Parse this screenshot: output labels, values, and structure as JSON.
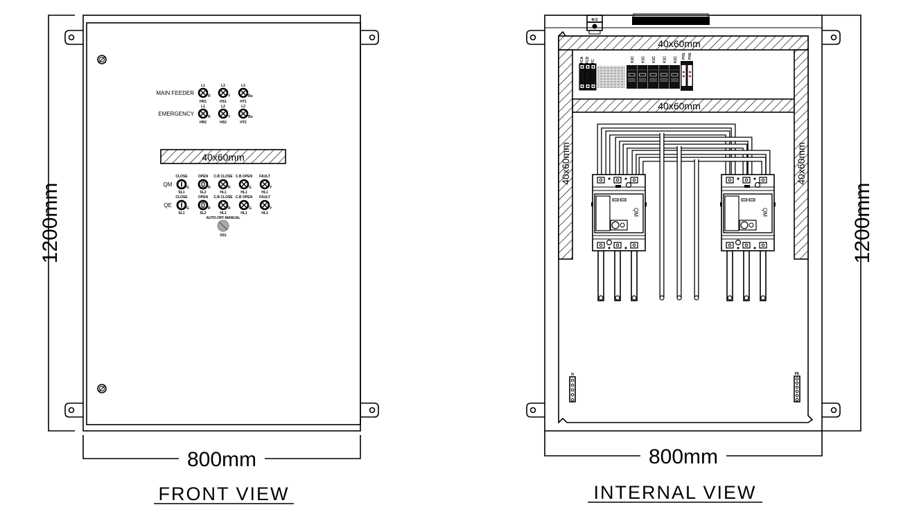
{
  "front_view": {
    "title": "FRONT VIEW",
    "width_dim": "800mm",
    "height_dim": "1200mm",
    "busbar_label": "40x60mm",
    "indicator_rows": [
      {
        "label": "MAIN FEEDER",
        "lamps": [
          {
            "top": "L1",
            "bottom": "HR1",
            "color": "R"
          },
          {
            "top": "L2",
            "bottom": "HS1",
            "color": "Y"
          },
          {
            "top": "L3",
            "bottom": "HT1",
            "color": "Bu"
          }
        ]
      },
      {
        "label": "EMERGENCY",
        "lamps": [
          {
            "top": "L1",
            "bottom": "HR2",
            "color": "R"
          },
          {
            "top": "L2",
            "bottom": "HS2",
            "color": "Y"
          },
          {
            "top": "L3",
            "bottom": "HT2",
            "color": "Bu"
          }
        ]
      }
    ],
    "control_rows": [
      {
        "label": "QM",
        "items": [
          {
            "top": "CLOSE",
            "bottom": "SL1",
            "type": "pushbutton-close",
            "color": "G"
          },
          {
            "top": "OPEN",
            "bottom": "SL2",
            "type": "pushbutton-open",
            "color": "R"
          },
          {
            "top": "C.B CLOSE",
            "bottom": "HL1",
            "type": "lamp",
            "color": "R"
          },
          {
            "top": "C.B OPEN",
            "bottom": "HL1",
            "type": "lamp",
            "color": "G"
          },
          {
            "top": "FAULT",
            "bottom": "HL1",
            "type": "lamp",
            "color": "Y"
          }
        ]
      },
      {
        "label": "QE",
        "items": [
          {
            "top": "CLOSE",
            "bottom": "SL1",
            "type": "pushbutton-close",
            "color": "G"
          },
          {
            "top": "OPEN",
            "bottom": "SL2",
            "type": "pushbutton-open",
            "color": "R"
          },
          {
            "top": "C.B CLOSE",
            "bottom": "HL1",
            "type": "lamp",
            "color": "R"
          },
          {
            "top": "C.B OPEN",
            "bottom": "HL1",
            "type": "lamp",
            "color": "G"
          },
          {
            "top": "FAULT",
            "bottom": "HL1",
            "type": "lamp",
            "color": "Y"
          }
        ]
      }
    ],
    "selector_switch": {
      "top": "AUTO-OFF-MANUAL",
      "bottom": "SS1"
    }
  },
  "internal_view": {
    "title": "INTERNAL VIEW",
    "width_dim": "800mm",
    "height_dim": "1200mm",
    "top_busbar_label": "40x60mm",
    "mid_busbar_label": "40x60mm",
    "left_busbar_label": "40x60mm",
    "right_busbar_label": "40x60mm",
    "mcb_label": "M.S",
    "din_rail_devices": {
      "fuses": [
        "FCA",
        "FCD",
        "FC"
      ],
      "relays": [
        "K1C",
        "K1C",
        "K1C",
        "K1C",
        "K1C"
      ],
      "phase_relays": [
        "PH1",
        "PH2"
      ]
    },
    "breakers": [
      {
        "label": "QM"
      },
      {
        "label": "QM"
      }
    ],
    "terminal_bars": {
      "neutral": "N",
      "earth": "PE"
    }
  }
}
